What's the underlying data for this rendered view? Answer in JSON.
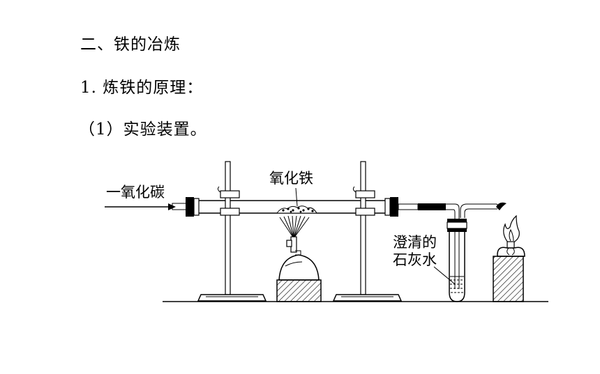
{
  "section_title": "二、铁的冶炼",
  "subsection_title": "1. 炼铁的原理：",
  "item_title": "（1）实验装置。",
  "diagram": {
    "inlet_label": "一氧化碳",
    "tube_content_label": "氧化铁",
    "testtube_label_line1": "澄清的",
    "testtube_label_line2": "石灰水"
  }
}
